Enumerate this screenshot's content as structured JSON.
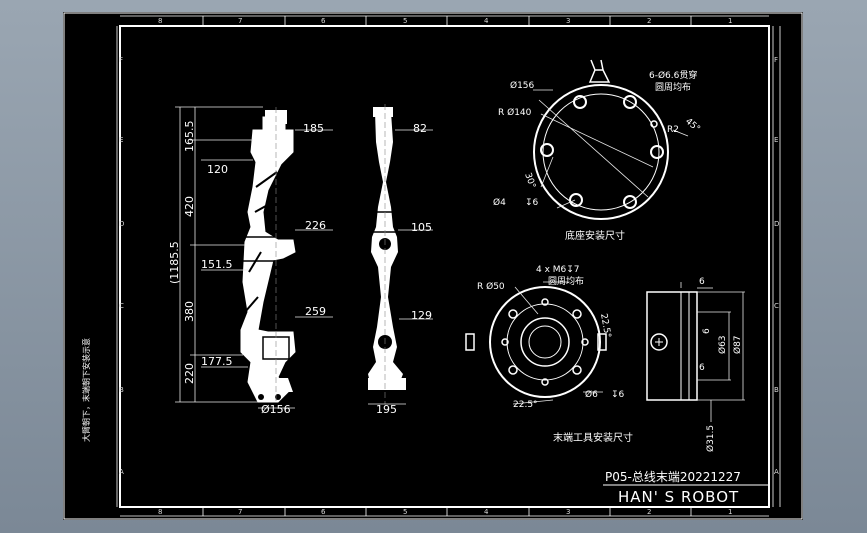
{
  "border": {
    "columns": [
      "8",
      "7",
      "6",
      "5",
      "4",
      "3",
      "2",
      "1"
    ],
    "rows": [
      "F",
      "E",
      "D",
      "C",
      "B",
      "A"
    ]
  },
  "side_note": "大臂朝下，末端朝下安装示意",
  "title_block": {
    "drawing_title": "P05-总线末端20221227",
    "company": "HAN' S ROBOT"
  },
  "side_view": {
    "dims": [
      "165.5",
      "420",
      "(1185.5",
      "380",
      "220"
    ],
    "offsets": [
      "120",
      "151.5",
      "177.5"
    ],
    "radii": [
      "185",
      "226",
      "259"
    ],
    "base_dia": "Ø156"
  },
  "front_view": {
    "widths": [
      "82",
      "105",
      "129"
    ],
    "base_width": "195"
  },
  "base_mount": {
    "title": "底座安装尺寸",
    "dia_outer": "Ø156",
    "pcd": "R\tØ140",
    "holes": "6-Ø6.6贯穿",
    "holes_note": "圆周均布",
    "pin": "Ø4",
    "pin_depth": "↧6",
    "angle1": "30°",
    "angle2": "45°",
    "side_r": "R2"
  },
  "flange_mount": {
    "title": "末端工具安装尺寸",
    "pcd": "R\tØ50",
    "threads": "4 x M6↧7",
    "threads_note": "圆周均布",
    "angle1": "22.5°",
    "angle2": "22.5°",
    "pin": "Ø6",
    "pin_depth": "↧6"
  },
  "flange_section": {
    "dim_top": "6",
    "d1": "Ø87",
    "d2": "Ø63",
    "d3": "6",
    "d4": "6",
    "bore": "Ø31.5"
  }
}
